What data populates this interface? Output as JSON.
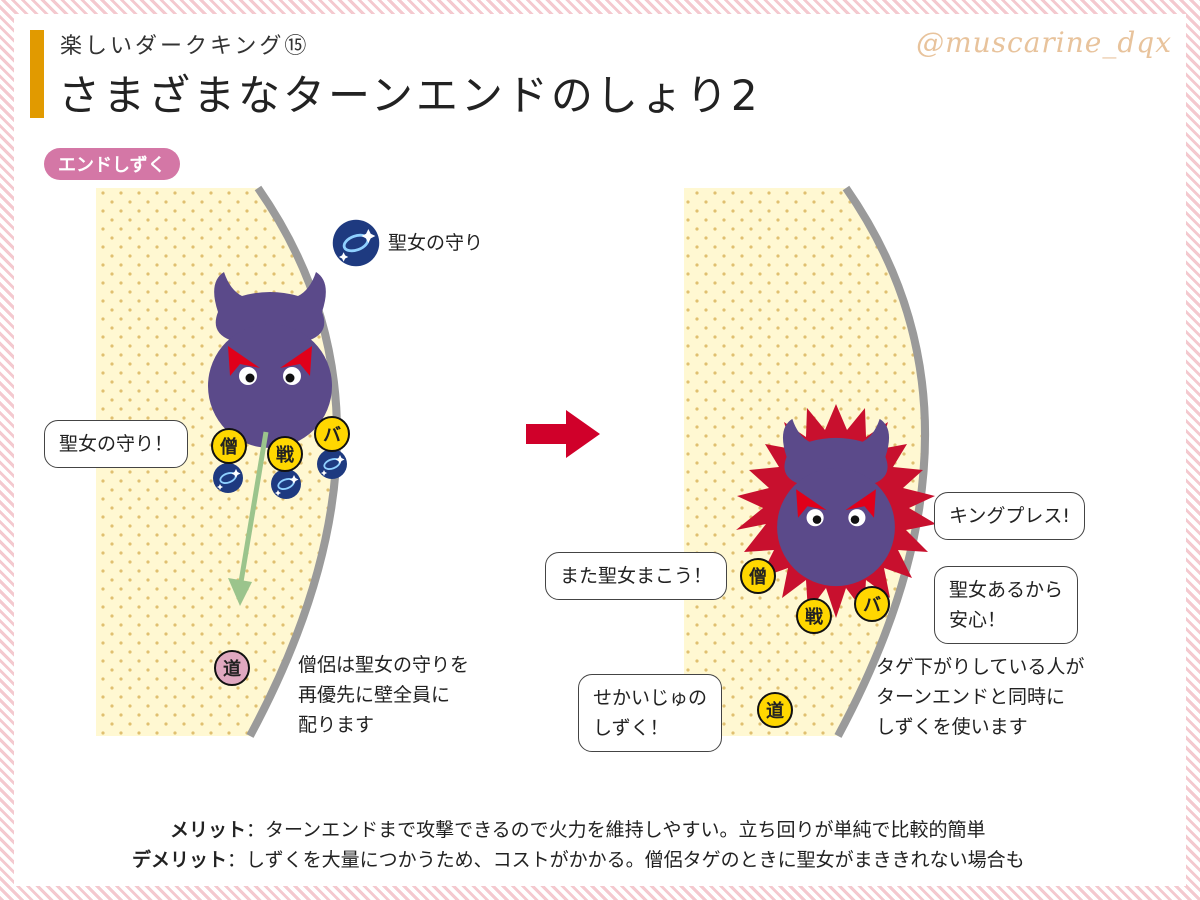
{
  "header": {
    "subtitle": "楽しいダークキング⑮",
    "title": "さまざまなターンエンドのしょり2",
    "watermark": "@muscarine_dqx"
  },
  "section": {
    "label": "エンドしずく"
  },
  "legend": {
    "label": "聖女の守り",
    "icon": "holy-protection-icon"
  },
  "left_panel": {
    "bubble_left": "聖女の守り！",
    "tokens": {
      "priest": "僧",
      "warrior": "戦",
      "berserker": "バ",
      "tool": "道"
    },
    "note": [
      "僧侶は聖女の守りを",
      "再優先に壁全員に",
      "配ります"
    ]
  },
  "right_panel": {
    "bubble_king": "キングプレス!",
    "bubble_priest": "また聖女まこう！",
    "bubble_berserker": [
      "聖女あるから",
      "安心！"
    ],
    "bubble_tool": [
      "せかいじゅの",
      "しずく！"
    ],
    "note": [
      "タゲ下がりしている人が",
      "ターンエンドと同時に",
      "しずくを使います"
    ]
  },
  "footer": {
    "merit_label": "メリット",
    "merit_text": "：ターンエンドまで攻撃できるので火力を維持しやすい。立ち回りが単純で比較的簡単",
    "demerit_label": "デメリット",
    "demerit_text": "：しずくを大量につかうため、コストがかかる。僧侶タゲのときに聖女がまききれない場合も"
  },
  "colors": {
    "arena": "#fff8d2",
    "arena_dots": "#e0c070",
    "wall": "#9a9a9a",
    "king": "#5b4a8a",
    "token": "#ffd700",
    "tool_token": "#e0a8c0",
    "holy": "#1e3a80",
    "burst": "#c8102e",
    "arrow_red": "#d0002a",
    "move_arrow": "#9bc48c"
  }
}
